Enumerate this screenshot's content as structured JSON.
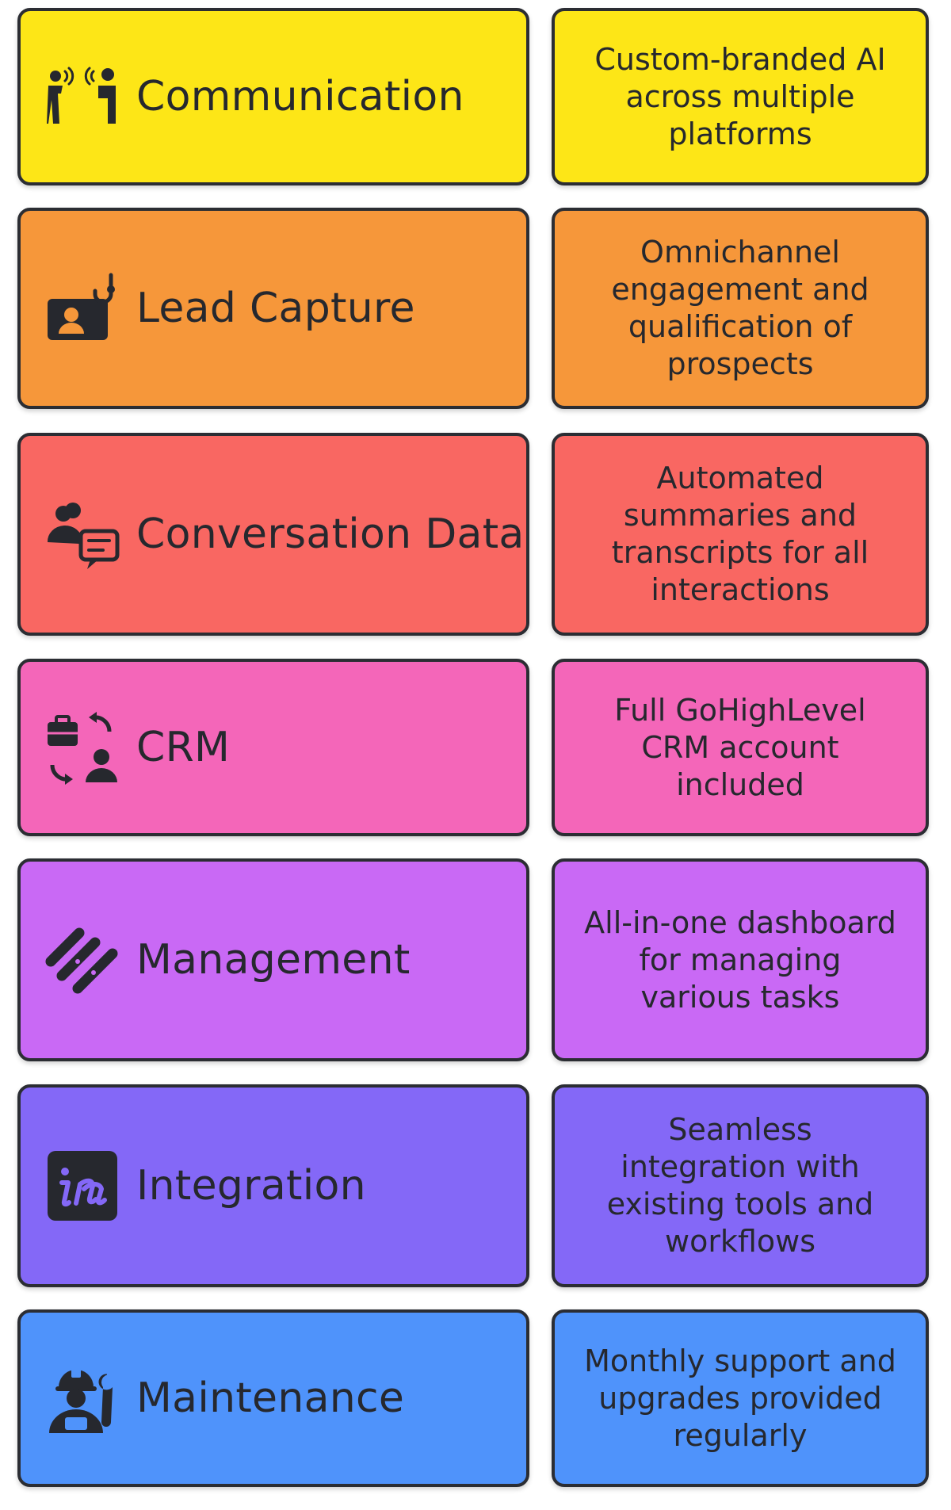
{
  "rows": [
    {
      "title": "Communication",
      "description": "Custom-branded AI across multiple platforms",
      "color": "#fde617",
      "icon": "speaking-people-icon"
    },
    {
      "title": "Lead Capture",
      "description": "Omnichannel engagement and qualification of prospects",
      "color": "#f6973a",
      "icon": "contact-hook-icon"
    },
    {
      "title": "Conversation Data",
      "description": "Automated summaries and transcripts for all interactions",
      "color": "#f96762",
      "icon": "users-chat-icon"
    },
    {
      "title": "CRM",
      "description": "Full GoHighLevel CRM account included",
      "color": "#f466b9",
      "icon": "briefcase-user-exchange-icon"
    },
    {
      "title": "Management",
      "description": "All-in-one dashboard for managing various tasks",
      "color": "#c969f5",
      "icon": "parallel-bars-icon"
    },
    {
      "title": "Integration",
      "description": "Seamless integration with existing tools and workflows",
      "color": "#8468f7",
      "icon": "invision-logo-icon"
    },
    {
      "title": "Maintenance",
      "description": "Monthly support and upgrades provided regularly",
      "color": "#4f93fb",
      "icon": "worker-wrench-icon"
    }
  ]
}
